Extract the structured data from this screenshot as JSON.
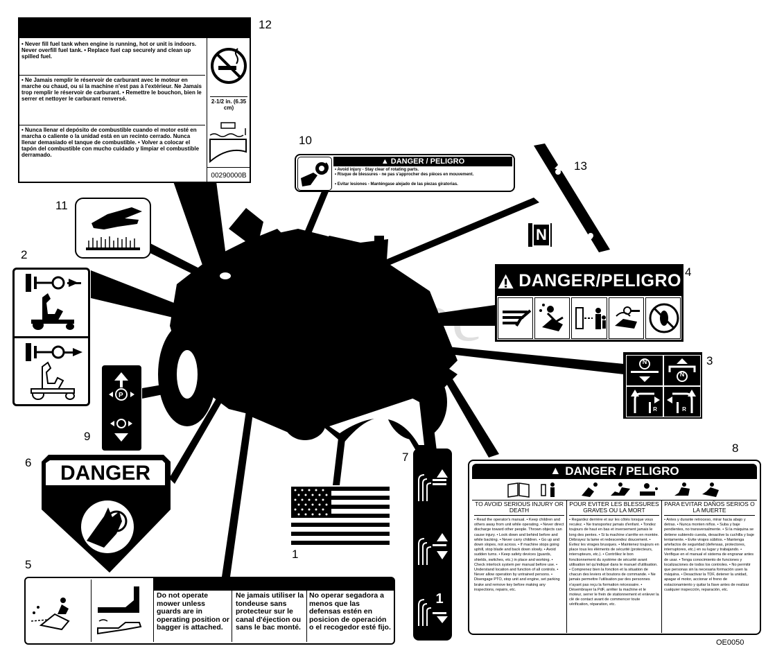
{
  "watermark": "PartsTree",
  "figure_code": "OE0050",
  "callouts": [
    "1",
    "2",
    "3",
    "4",
    "5",
    "6",
    "7",
    "8",
    "9",
    "10",
    "11",
    "12",
    "13"
  ],
  "decal12": {
    "en": "• Never fill fuel tank when engine is running, hot or unit is indoors. Never overfill fuel tank. • Replace fuel cap securely and clean up spilled fuel.",
    "fr": "• Ne Jamais remplir le réservoir de carburant avec le moteur en marche ou chaud, ou si la machine n'est pas à l'extérieur. Ne Jamais trop remplir le réservoir de carburant. • Remettre le bouchon, bien le serrer et nettoyer le carburant renversé.",
    "es": "• Nunca llenar el depósito de combustible cuando el motor esté en marcha o caliente o la unidad está en un recinto cerrado. Nunca llenar demasiado el tanque de combustible. • Volver a colocar el tapón del combustible con mucho cuidado y limpiar el combustible derramado.",
    "fill_level": "2-1/2 in. (6.35 cm)",
    "part_number": "00290000B"
  },
  "decal10": {
    "header": "DANGER / PELIGRO",
    "en": "• Avoid injury - Stay clear of rotating parts.",
    "fr": "• Risque de blessures - ne pas s'approcher des pièces en mouvement.",
    "es": "• Evitar lesiones - Manténgase alejado de las piezas giratorias."
  },
  "decal4": {
    "header": "DANGER/PELIGRO"
  },
  "decal6": {
    "header": "DANGER"
  },
  "decal8": {
    "header": "DANGER / PELIGRO",
    "en_title": "TO AVOID SERIOUS INJURY OR DEATH",
    "fr_title": "POUR EVITER LES BLESSURES GRAVES OU LA MORT",
    "es_title": "PARA EVITAR DAÑOS SERIOS O LA MUERTE",
    "en_body": "• Read the operator's manual. • Keep children and others away from unit while operating. • Never direct discharge toward other people. Thrown objects can cause injury. • Look down and behind before and while backing. • Never carry children. • Go up and down slopes, not across. • If machine stops going uphill, stop blade and back down slowly. • Avoid sudden turns. • Keep safety devices (guards, shields, switches, etc.) in place and working. • Check interlock system per manual before use. • Understand location and function of all controls. • Never allow operation by untrained persons. • Disengage PTO, stop unit and engine, set parking brake and remove key before making any inspections, repairs, etc.",
    "fr_body": "• Regardez derrière et sur les côtés lorsque vous reculez. • Ne transportez jamais d'enfant. • Tondez toujours de haut en bas et inversement jamais le long des pentes. • Si la machine s'arrête en montée. Débrayez la lame et redescendez doucement. • Évitez les virages brusques. • Maintenez toujours en place tous les éléments de sécurité (protecteurs, interrupteurs, etc.). • Contrôlez le bon fonctionnement du système de sécurité avant utilisation tel qu'indiqué dans le manuel d'utilisation. • Comprenez bien la fonction et la situation de chacun des leviers et boutons de commande. • Ne jamais permettre l'utilisation par des personnes n'ayant pas reçu la formation nécessaire. • Désembrayer la PdF, arrêter la machine et le moteur, serrer le frein de stationnement et enlever la clé de contact avant de commencer toute vérification, réparation, etc.",
    "es_body": "• Antes y durante retroceso, mirar hacia abajo y detras. • Nunca monten niños. • Suba y baje pendientes, no transversalmente. • Si la máquina se detiene subiendo cuesta, desactive la cuchilla y baje lentamente. • Evite virajes súbitos. • Mantenga artefactos de seguridad (defensas, protectores, interruptores, etc.) en su lugar y trabajando. • Verifique en el manual el sistema de engranar antes de usar. • Tenga conocimiento de funciones y localizaciones de todos los controles. • No permitir que personas sin la necesaria formación usen la máquina. • Desactivar la TDF, detener la unidad, apagar el motor, accionar el freno de estacionamiento y quitar la llave antes de realizar cualquier inspección, reparación, etc."
  },
  "decal5": {
    "en": "Do not operate mower unless guards are in operating position or bagger is attached.",
    "fr": "Ne jamais utiliser la tondeuse sans protecteur sur le canal d'éjection ou sans le bac monté.",
    "es": "No operar segadora a menos que las defensas estén en posicion de operación o el recogedor esté fijo."
  },
  "decal3": {
    "labels": [
      "N",
      "N",
      "R",
      "R"
    ]
  },
  "decal7": {
    "number": "1"
  },
  "decal13": {
    "letter": "N"
  }
}
